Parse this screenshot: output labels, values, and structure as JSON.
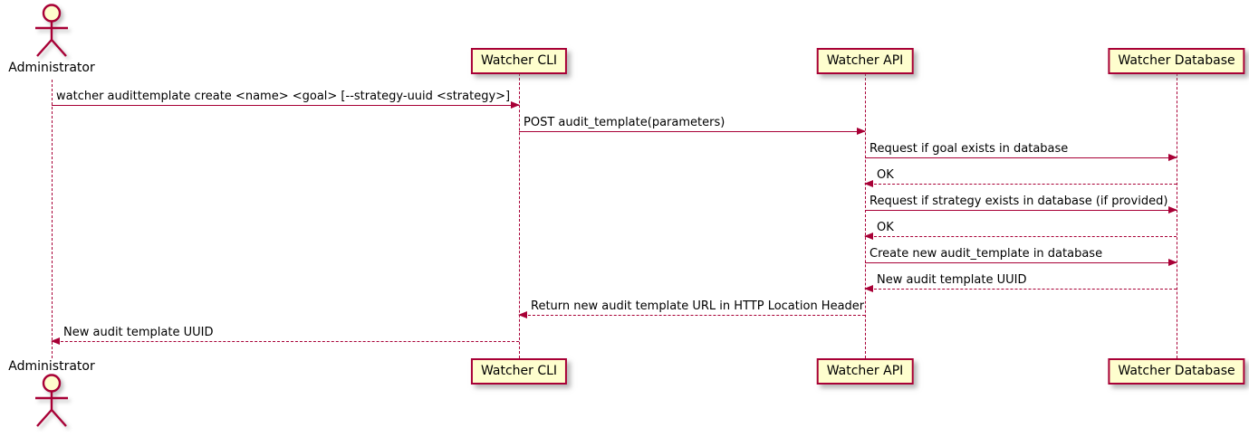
{
  "diagram": {
    "type": "sequence",
    "colors": {
      "accent": "#A80036",
      "participant_fill": "#FEFECE",
      "background": "#FFFFFF"
    },
    "actor": {
      "name": "Administrator"
    },
    "participants": [
      {
        "label": "Watcher CLI"
      },
      {
        "label": "Watcher API"
      },
      {
        "label": "Watcher Database"
      }
    ],
    "messages": [
      {
        "from": "Administrator",
        "to": "Watcher CLI",
        "style": "solid",
        "text": "watcher audittemplate create <name> <goal> [--strategy-uuid <strategy>]"
      },
      {
        "from": "Watcher CLI",
        "to": "Watcher API",
        "style": "solid",
        "text": "POST audit_template(parameters)"
      },
      {
        "from": "Watcher API",
        "to": "Watcher Database",
        "style": "solid",
        "text": "Request if goal exists in database"
      },
      {
        "from": "Watcher Database",
        "to": "Watcher API",
        "style": "dashed",
        "text": "OK"
      },
      {
        "from": "Watcher API",
        "to": "Watcher Database",
        "style": "solid",
        "text": "Request if strategy exists in database (if provided)"
      },
      {
        "from": "Watcher Database",
        "to": "Watcher API",
        "style": "dashed",
        "text": "OK"
      },
      {
        "from": "Watcher API",
        "to": "Watcher Database",
        "style": "solid",
        "text": "Create new audit_template in database"
      },
      {
        "from": "Watcher Database",
        "to": "Watcher API",
        "style": "dashed",
        "text": "New audit template UUID"
      },
      {
        "from": "Watcher API",
        "to": "Watcher CLI",
        "style": "dashed",
        "text": "Return new audit template URL in HTTP Location Header"
      },
      {
        "from": "Watcher CLI",
        "to": "Administrator",
        "style": "dashed",
        "text": "New audit template UUID"
      }
    ]
  }
}
